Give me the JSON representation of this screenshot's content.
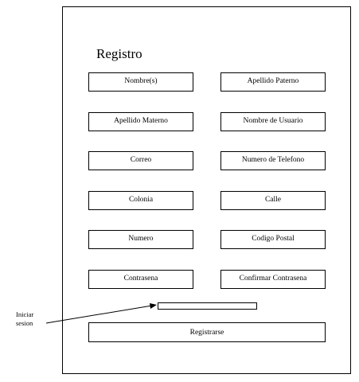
{
  "form": {
    "title": "Registro",
    "fields": {
      "nombres": "Nombre(s)",
      "apellido_paterno": "Apellido Paterno",
      "apellido_materno": "Apellido Materno",
      "nombre_usuario": "Nombre de Usuario",
      "correo": "Correo",
      "numero_telefono": "Numero de Telefono",
      "colonia": "Colonia",
      "calle": "Calle",
      "numero": "Numero",
      "codigo_postal": "Codigo Postal",
      "contrasena": "Contrasena",
      "confirmar_contrasena": "Confirmar Contrasena"
    },
    "submit_label": "Registrarse"
  },
  "annotation": {
    "line1": "Iniciar",
    "line2": "sesion"
  }
}
